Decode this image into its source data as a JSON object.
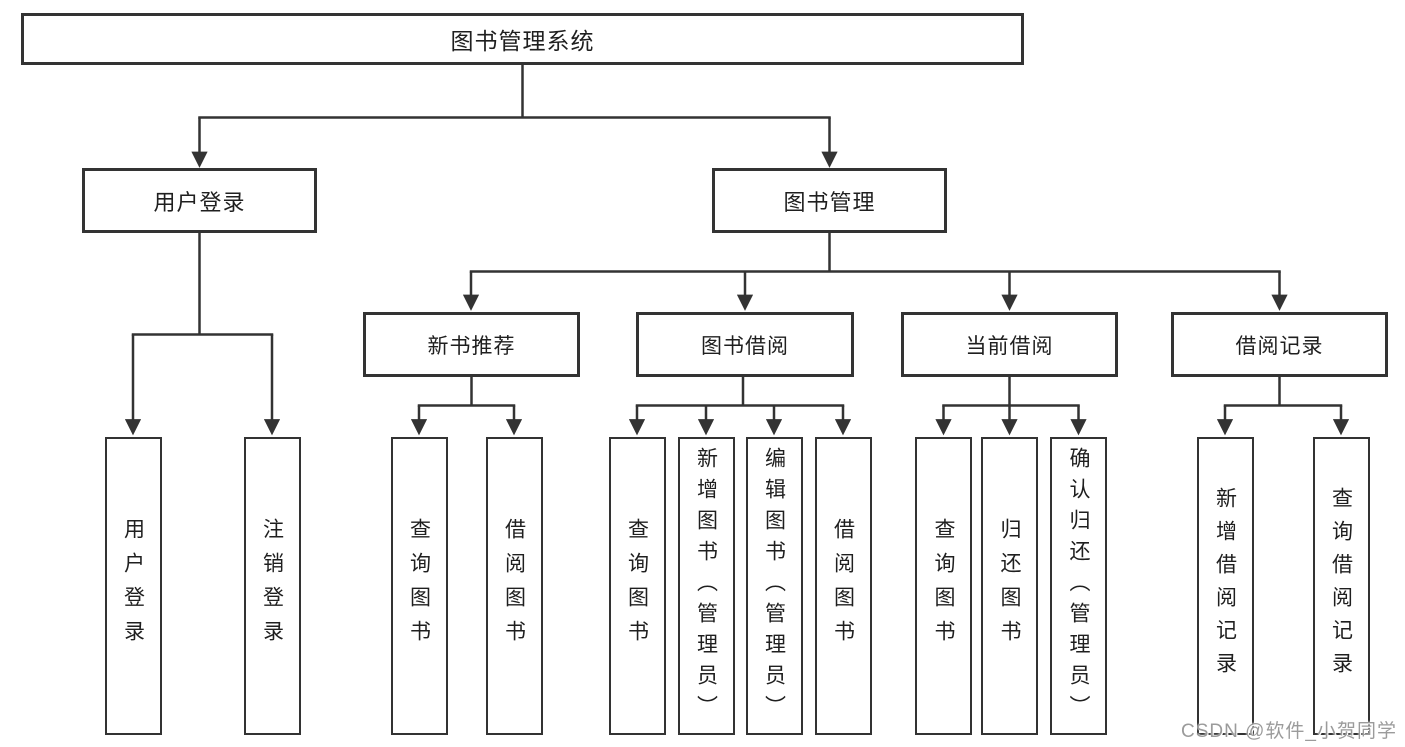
{
  "colors": {
    "line": "#333333",
    "box_border": "#333333",
    "text": "#1f1f1f",
    "watermark_text": "#9b9b9b",
    "background": "#ffffff"
  },
  "watermark": "CSDN @软件_小贺同学",
  "tree": {
    "label": "图书管理系统",
    "children": [
      {
        "label": "用户登录",
        "children": [
          {
            "label": "用户登录"
          },
          {
            "label": "注销登录"
          }
        ]
      },
      {
        "label": "图书管理",
        "children": [
          {
            "label": "新书推荐",
            "children": [
              {
                "label": "查询图书"
              },
              {
                "label": "借阅图书"
              }
            ]
          },
          {
            "label": "图书借阅",
            "children": [
              {
                "label": "查询图书"
              },
              {
                "label": "新增图书（管理员）"
              },
              {
                "label": "编辑图书（管理员）"
              },
              {
                "label": "借阅图书"
              }
            ]
          },
          {
            "label": "当前借阅",
            "children": [
              {
                "label": "查询图书"
              },
              {
                "label": "归还图书"
              },
              {
                "label": "确认归还（管理员）"
              }
            ]
          },
          {
            "label": "借阅记录",
            "children": [
              {
                "label": "新增借阅记录"
              },
              {
                "label": "查询借阅记录"
              }
            ]
          }
        ]
      }
    ]
  }
}
